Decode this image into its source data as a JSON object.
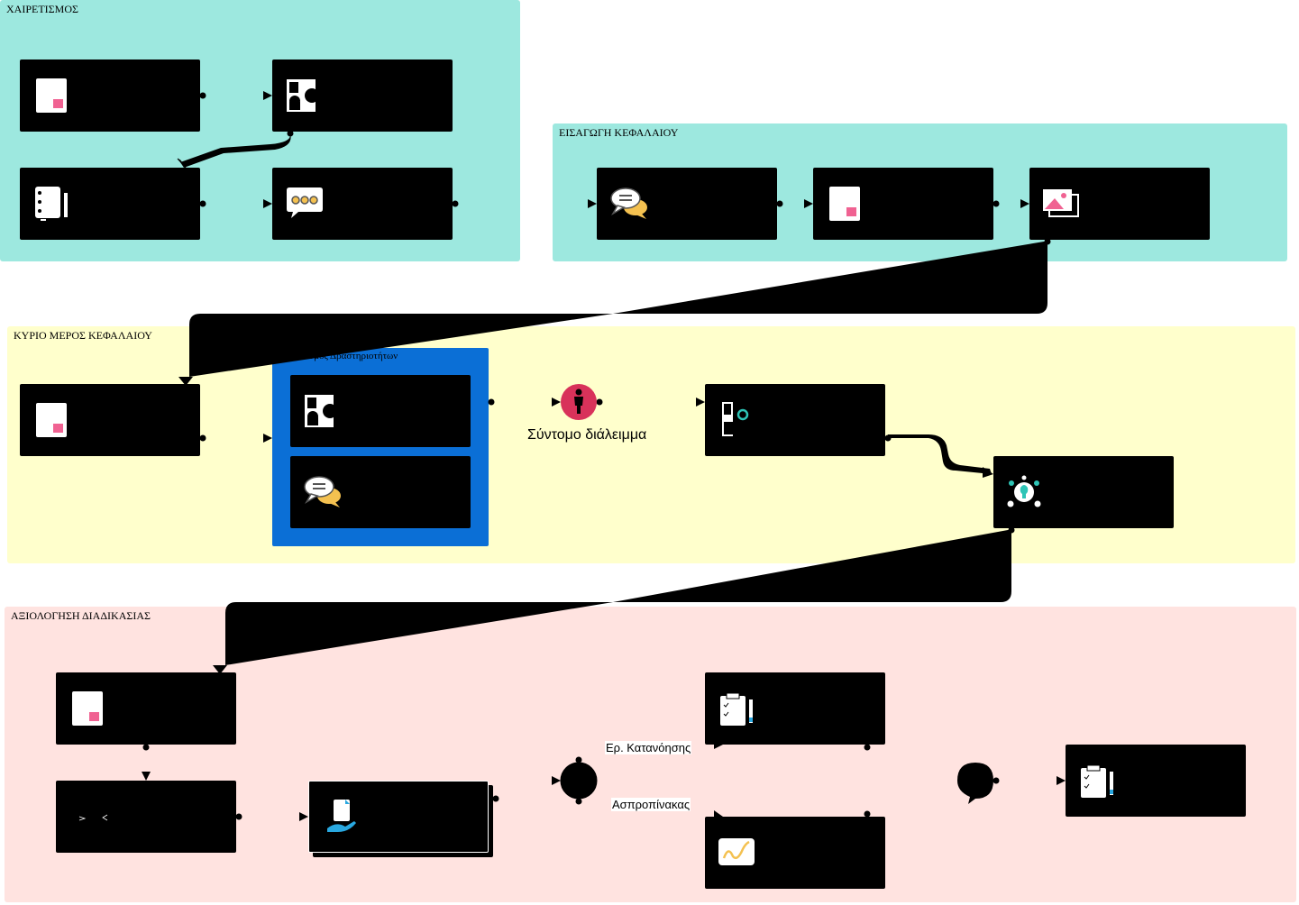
{
  "lanes": {
    "greeting": {
      "title": "ΧΑΙΡΕΤΙΣΜΟΣ",
      "color": "#9de8df"
    },
    "intro": {
      "title": "ΕΙΣΑΓΩΓΗ ΚΕΦΑΛΑΙΟΥ",
      "color": "#9de8df"
    },
    "main": {
      "title": "ΚΥΡΙΟ ΜΕΡΟΣ ΚΕΦΑΛΑΙΟΥ",
      "color": "#ffffcc"
    },
    "eval": {
      "title": "ΑΞΙΟΛΟΓΗΣΗ ΔΙΑΔΙΚΑΣΙΑΣ",
      "color": "#ffe3e0"
    }
  },
  "group": {
    "title": "Συνδυασμός Δραστηριοτήτων",
    "color": "#0b6fd6"
  },
  "break_event": {
    "label": "Σύντομο διάλειμμα",
    "color": "#d8325a"
  },
  "edge_labels": {
    "comprehension": "Ερ. Κατανόησης",
    "whiteboard": "Ασπροπίνακας"
  },
  "colors": {
    "accent_pink": "#f06292",
    "accent_teal": "#2ec4b6",
    "accent_yellow": "#f4c150",
    "accent_blue": "#29a8e0"
  }
}
